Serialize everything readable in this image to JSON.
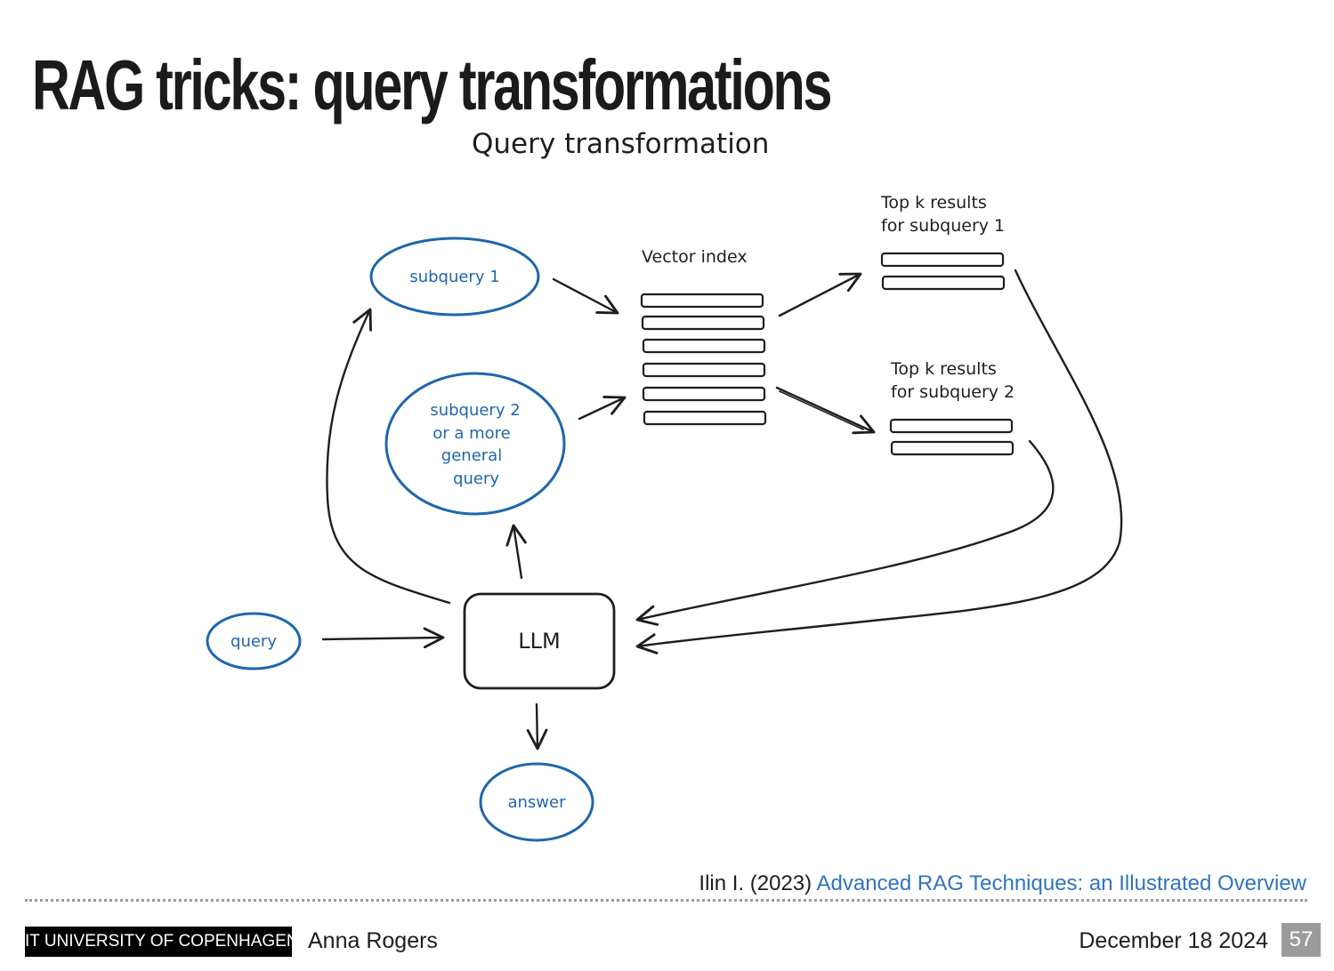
{
  "slide": {
    "title": "RAG tricks: query transformations"
  },
  "diagram": {
    "heading": "Query transformation",
    "nodes": {
      "subquery1": "subquery 1",
      "subquery2_lines": [
        "subquery 2",
        "or a more",
        "general",
        "query"
      ],
      "query": "query",
      "llm": "LLM",
      "answer": "answer"
    },
    "labels": {
      "vector_index": "Vector index",
      "topk1_lines": [
        "Top k results",
        "for subquery 1"
      ],
      "topk2_lines": [
        "Top k results",
        "for subquery 2"
      ]
    },
    "colors": {
      "ink": "#1e1e1e",
      "blue": "#1f66ad"
    }
  },
  "citation": {
    "authors": "Ilin I. (2023)",
    "link_text": "Advanced RAG Techniques: an Illustrated Overview"
  },
  "footer": {
    "institution": "IT UNIVERSITY OF COPENHAGEN",
    "author": "Anna Rogers",
    "date": "December 18 2024",
    "page": "57"
  }
}
